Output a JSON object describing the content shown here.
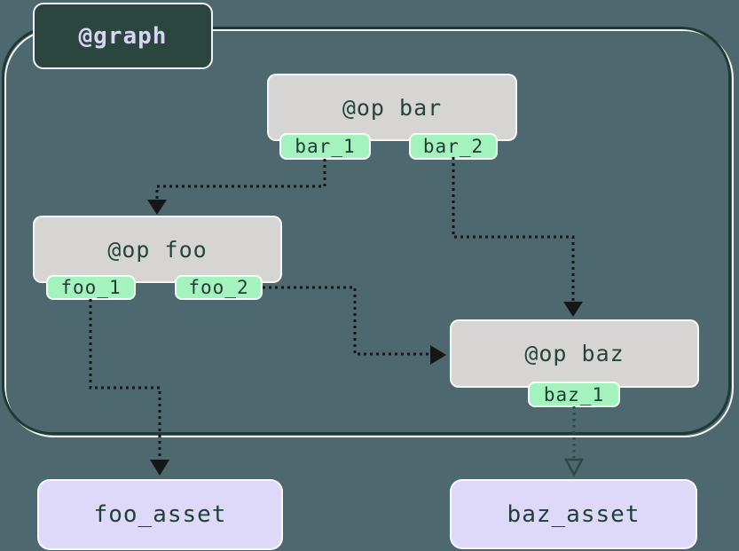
{
  "diagram": {
    "graph": {
      "label": "@graph"
    },
    "ops": [
      {
        "id": "bar",
        "title": "@op bar",
        "outputs": [
          {
            "label": "bar_1"
          },
          {
            "label": "bar_2"
          }
        ]
      },
      {
        "id": "foo",
        "title": "@op foo",
        "outputs": [
          {
            "label": "foo_1"
          },
          {
            "label": "foo_2"
          }
        ]
      },
      {
        "id": "baz",
        "title": "@op baz",
        "outputs": [
          {
            "label": "baz_1"
          }
        ]
      }
    ],
    "assets": [
      {
        "label": "foo_asset"
      },
      {
        "label": "baz_asset"
      }
    ],
    "edges": [
      {
        "from": "bar_1",
        "to": "@op foo"
      },
      {
        "from": "bar_2",
        "to": "@op baz"
      },
      {
        "from": "foo_2",
        "to": "@op baz"
      },
      {
        "from": "foo_1",
        "to": "foo_asset"
      },
      {
        "from": "baz_1",
        "to": "baz_asset"
      }
    ],
    "colors": {
      "background": "#4d686e",
      "graph_label_bg": "#2a463f",
      "graph_label_text": "#d9d4f4",
      "graph_border": "#1d3a34",
      "op_bg": "#d7d5d3",
      "op_text": "#24453e",
      "output_tab_bg": "#a4f3be",
      "asset_bg": "#ded9f8",
      "edge_color": "#161616",
      "asset_edge_color": "#2c4a45"
    }
  }
}
